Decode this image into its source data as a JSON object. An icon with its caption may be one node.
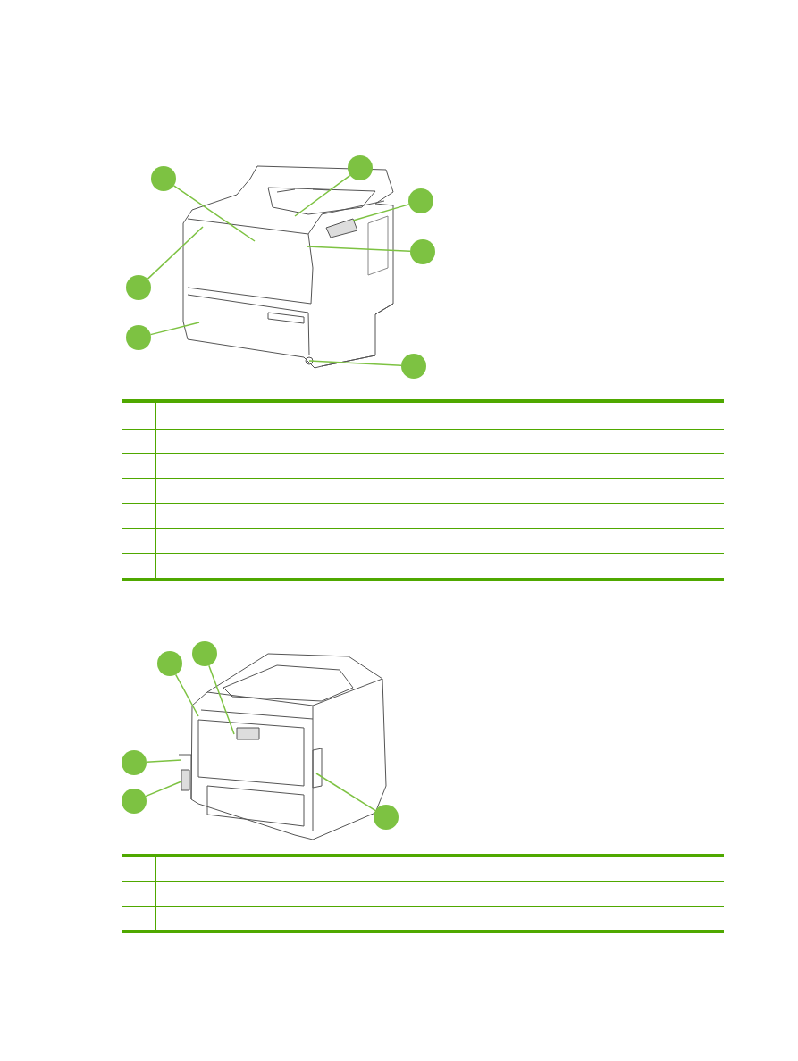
{
  "diagram": {
    "nodes": [
      {
        "text": [],
        "shape": "picture"
      },
      {
        "text": [],
        "shape": "circle"
      },
      {
        "text": [],
        "shape": "circle"
      },
      {
        "text": [],
        "shape": "circle"
      },
      {
        "text": [],
        "shape": "circle"
      },
      {
        "text": [],
        "shape": "circle"
      },
      {
        "text": [],
        "shape": "circle"
      },
      {
        "text": [],
        "shape": "circle"
      },
      {
        "text": [],
        "shape": "picture"
      },
      {
        "text": [],
        "shape": "circle"
      },
      {
        "text": [],
        "shape": "circle"
      },
      {
        "text": [],
        "shape": "circle"
      },
      {
        "text": [],
        "shape": "circle"
      },
      {
        "text": [],
        "shape": "circle"
      }
    ],
    "edges": [
      {
        "from": 1,
        "to": 0,
        "arrow": "none"
      },
      {
        "from": 2,
        "to": 0,
        "arrow": "none"
      },
      {
        "from": 3,
        "to": 0,
        "arrow": "none"
      },
      {
        "from": 4,
        "to": 0,
        "arrow": "none"
      },
      {
        "from": 5,
        "to": 0,
        "arrow": "none"
      },
      {
        "from": 6,
        "to": 0,
        "arrow": "none"
      },
      {
        "from": 7,
        "to": 0,
        "arrow": "none"
      },
      {
        "from": 9,
        "to": 8,
        "arrow": "none"
      },
      {
        "from": 10,
        "to": 8,
        "arrow": "none"
      },
      {
        "from": 11,
        "to": 8,
        "arrow": "none"
      },
      {
        "from": 12,
        "to": 8,
        "arrow": "none"
      },
      {
        "from": 13,
        "to": 8,
        "arrow": "none"
      }
    ]
  }
}
